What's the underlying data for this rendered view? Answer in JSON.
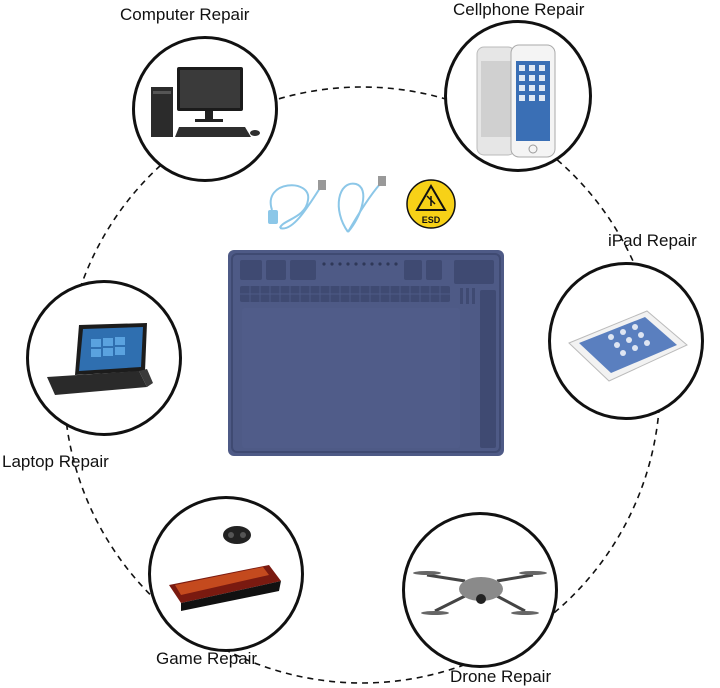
{
  "title": "Silicone repair mat applications",
  "labels": {
    "computer": "Computer Repair",
    "cellphone": "Cellphone Repair",
    "ipad": "iPad Repair",
    "laptop": "Laptop Repair",
    "game": "Game Repair",
    "drone": "Drone Repair"
  },
  "esd_badge_text": "ESD",
  "colors": {
    "mat": "#4e5a86",
    "mat_dark": "#3f4a72",
    "strap": "#8cc7e8",
    "esd_yellow": "#f7d117",
    "outline": "#111111"
  },
  "icons": [
    "computer-icon",
    "cellphone-icon",
    "tablet-icon",
    "laptop-icon",
    "game-console-icon",
    "drone-icon",
    "wrist-strap-icon",
    "esd-warning-icon"
  ]
}
